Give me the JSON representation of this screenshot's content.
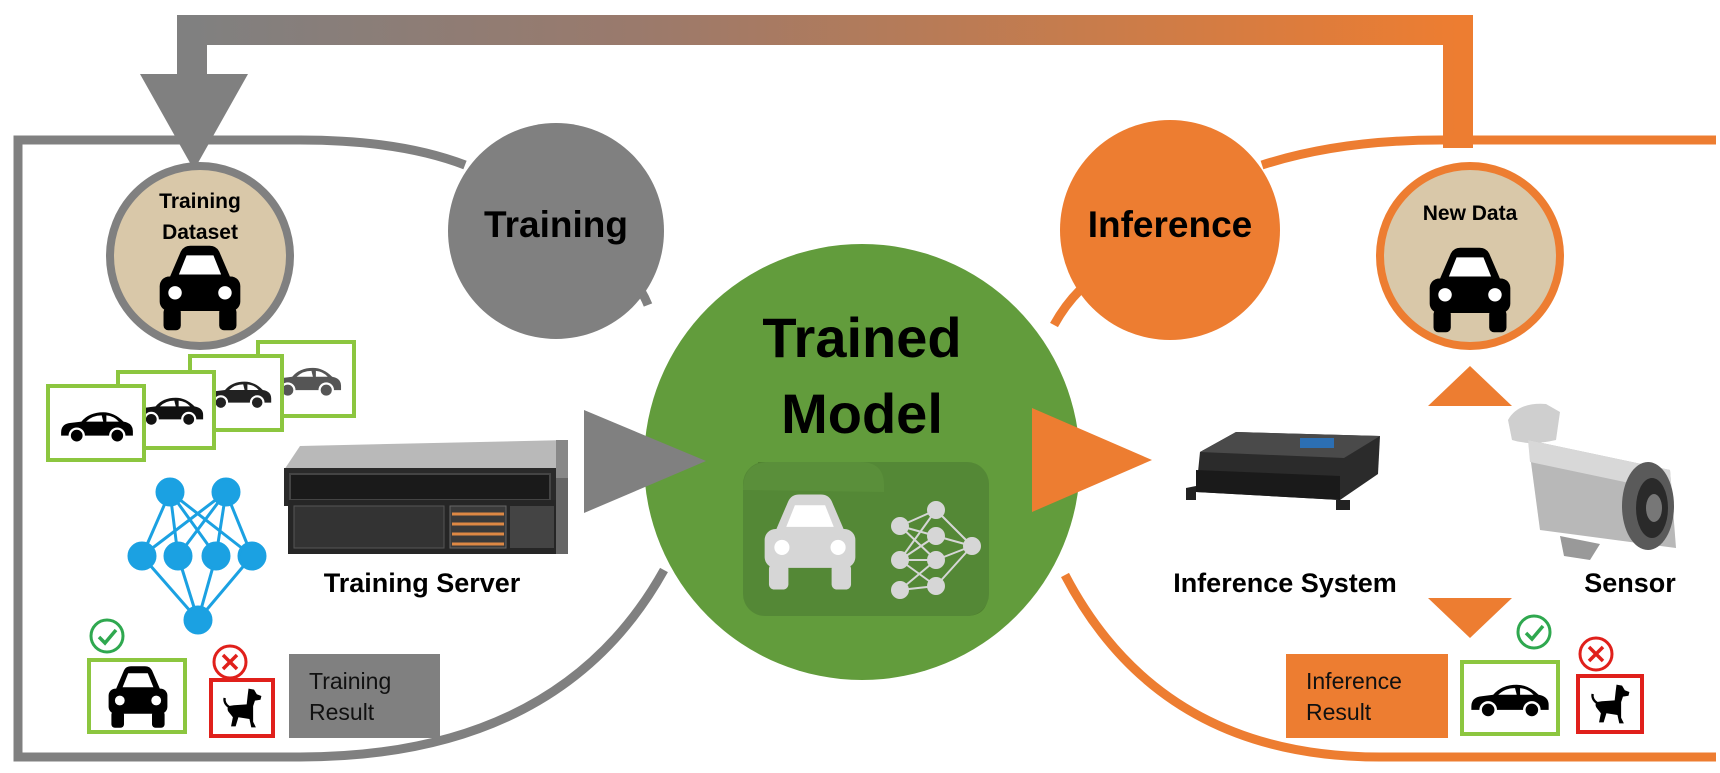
{
  "colors": {
    "training_gray": "#808080",
    "inference_orange": "#ED7D31",
    "model_green": "#629C3C",
    "dataset_beige": "#D9C8A9",
    "frame_green": "#8CC63F",
    "reject_red": "#E0201B",
    "network_blue": "#1BA1E2"
  },
  "training": {
    "phase_label": "Training",
    "dataset_label_line1": "Training",
    "dataset_label_line2": "Dataset",
    "server_label": "Training Server",
    "result_line1": "Training",
    "result_line2": "Result"
  },
  "model": {
    "label_line1": "Trained",
    "label_line2": "Model"
  },
  "inference": {
    "phase_label": "Inference",
    "new_data_label": "New Data",
    "system_label": "Inference System",
    "sensor_label": "Sensor",
    "result_line1": "Inference",
    "result_line2": "Result"
  },
  "icons": [
    "car-icon",
    "dog-icon",
    "check-icon",
    "cross-icon",
    "neural-network-icon",
    "server-icon",
    "inference-box-icon",
    "camera-icon"
  ]
}
